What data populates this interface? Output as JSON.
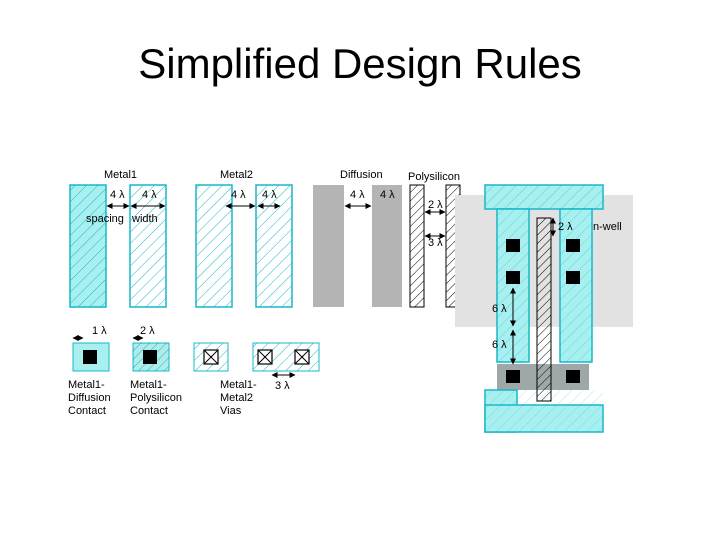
{
  "title": "Simplified Design Rules",
  "colors": {
    "metal_fill": "#a8f0f0",
    "metal_stroke": "#18b8c8",
    "diffusion_fill": "#b4b4b4",
    "nwell_fill": "#e2e2e2",
    "contact_fill": "#000000"
  },
  "labels": {
    "metal1": "Metal1",
    "metal1_space": "4 λ",
    "metal1_width": "4 λ",
    "spacing": "spacing",
    "width": "width",
    "metal2": "Metal2",
    "metal2_space": "4 λ",
    "metal2_width": "4 λ",
    "diffusion": "Diffusion",
    "diffusion_space": "4 λ",
    "diffusion_width": "4 λ",
    "polysilicon": "Polysilicon",
    "poly_width": "2 λ",
    "poly_space": "3 λ",
    "contact_overlap": "1 λ",
    "poly_contact_overlap": "2 λ",
    "via_space": "3 λ",
    "nwell_gap": "2 λ",
    "nwell": "n-well",
    "gate_upper": "6 λ",
    "gate_lower": "6 λ",
    "md_contact": [
      "Metal1-",
      "Diffusion",
      "Contact"
    ],
    "mp_contact": [
      "Metal1-",
      "Polysilicon",
      "Contact"
    ],
    "vias": [
      "Metal1-",
      "Metal2",
      "Vias"
    ]
  }
}
